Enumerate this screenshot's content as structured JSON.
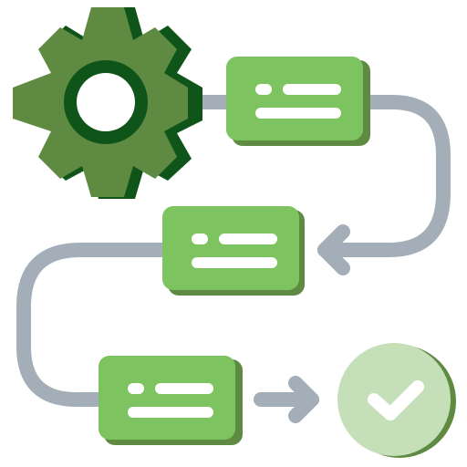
{
  "illustration": {
    "icon_name": "workflow-process-icon",
    "colors": {
      "gear_body": "#5e8a41",
      "gear_shadow": "#0f5418",
      "gear_hole": "#ffffff",
      "card_fill": "#7dc35f",
      "card_shadow": "#5e8a41",
      "card_lines": "#ffffff",
      "connector": "#a3aeb8",
      "check_circle": "#c5e0b8",
      "check_shadow": "#5e8a41",
      "check_mark": "#ffffff"
    },
    "steps": [
      {
        "name": "step-card-1",
        "icon": "list-card-icon"
      },
      {
        "name": "step-card-2",
        "icon": "list-card-icon"
      },
      {
        "name": "step-card-3",
        "icon": "list-card-icon"
      }
    ],
    "end_icon": "check-circle-icon",
    "start_icon": "gear-icon"
  }
}
